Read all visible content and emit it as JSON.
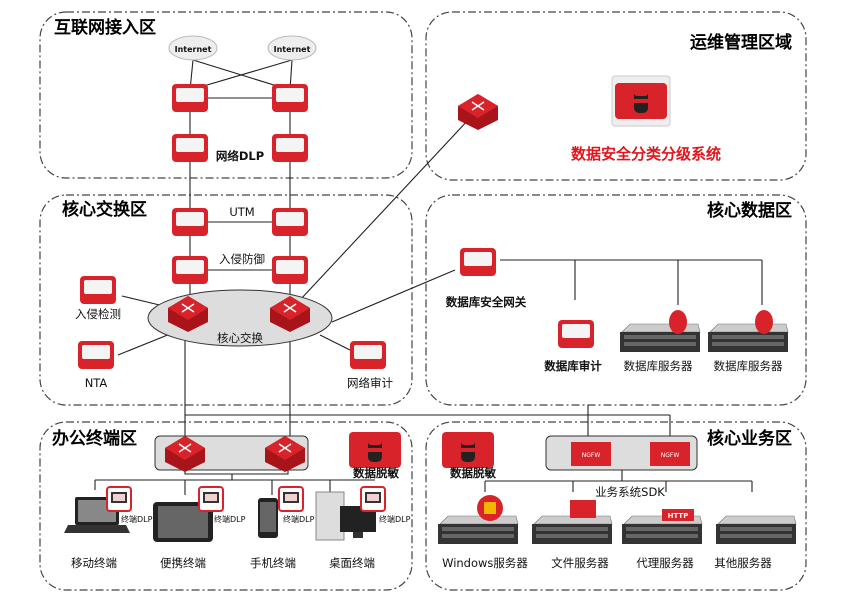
{
  "zones": {
    "internet": "互联网接入区",
    "ops": "运维管理区域",
    "core_switch": "核心交换区",
    "core_data": "核心数据区",
    "office": "办公终端区",
    "core_business": "核心业务区"
  },
  "internet": {
    "cloud_label": "Internet",
    "dlp_label": "网络DLP"
  },
  "ops": {
    "system_title": "数据安全分类分级系统",
    "system_color": "#e0161e"
  },
  "core_switch": {
    "utm_label": "UTM",
    "ips_label": "入侵防御",
    "ids_label": "入侵检测",
    "nta_label": "NTA",
    "switch_label": "核心交换",
    "audit_label": "网络审计"
  },
  "core_data": {
    "gateway_label": "数据库安全网关",
    "db_audit_label": "数据库审计",
    "db_server_label_1": "数据库服务器",
    "db_server_label_2": "数据库服务器"
  },
  "office": {
    "masking_label": "数据脱敏",
    "dlp_label": "终端DLP",
    "terminals": [
      "移动终端",
      "便携终端",
      "手机终端",
      "桌面终端"
    ]
  },
  "core_business": {
    "masking_label": "数据脱敏",
    "ngfw_label": "NGFW",
    "sdk_label": "业务系统SDK",
    "http_label": "HTTP",
    "servers": [
      "Windows服务器",
      "文件服务器",
      "代理服务器",
      "其他服务器"
    ]
  },
  "colors": {
    "accent_red": "#d8232a",
    "zone_border": "#444444"
  }
}
